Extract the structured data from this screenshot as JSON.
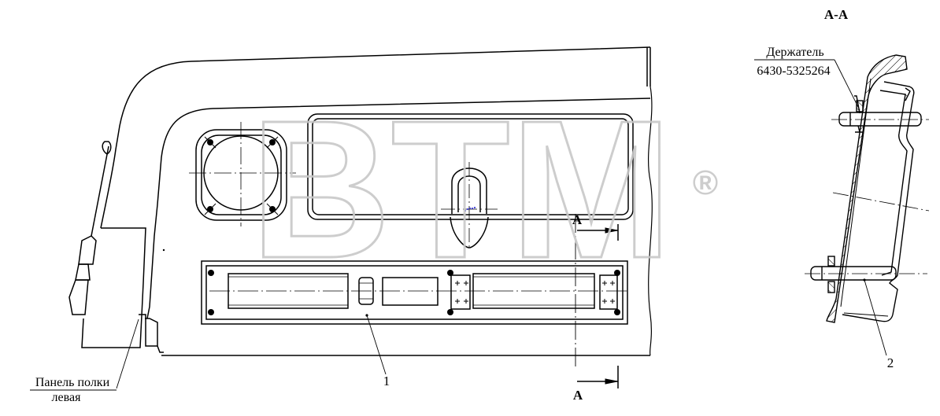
{
  "section_title": "A-A",
  "section_marker": "A",
  "holder_label_line1": "Держатель",
  "holder_label_line2": "6430-5325264",
  "panel_label_line1": "Панель полки",
  "panel_label_line2": "левая",
  "callout_1": "1",
  "callout_2": "2",
  "watermark_text": "BTM",
  "watermark_mark": "®",
  "colors": {
    "line": "#000000",
    "watermark": "#c8c8c8",
    "blue_dots": "#3b3bd6"
  }
}
